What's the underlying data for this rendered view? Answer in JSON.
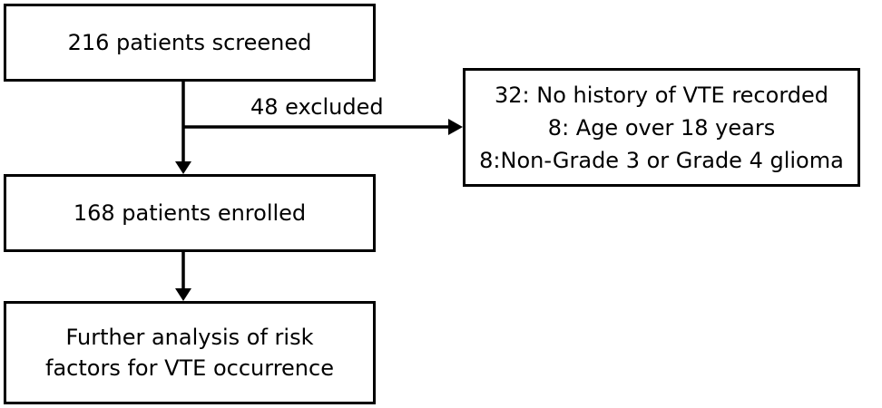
{
  "flowchart": {
    "screened": "216 patients screened",
    "excluded_label": "48 excluded",
    "exclusion_reasons": [
      "32: No history of VTE recorded",
      "8: Age over 18 years",
      "8:Non-Grade 3 or Grade 4 glioma"
    ],
    "enrolled": "168 patients enrolled",
    "analysis": [
      "Further analysis of risk",
      "factors for VTE occurrence"
    ]
  }
}
